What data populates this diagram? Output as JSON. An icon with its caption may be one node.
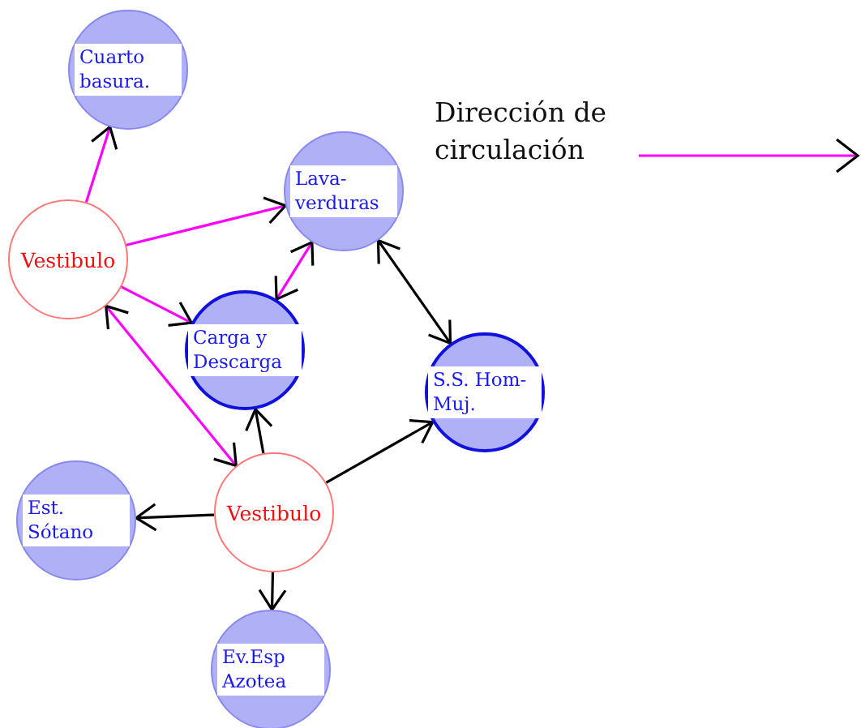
{
  "diagram": {
    "nodes": [
      {
        "text": [
          "Cuarto basura."
        ]
      },
      {
        "text": [
          "Lava- verduras"
        ]
      },
      {
        "text": [
          "Vestibulo"
        ]
      },
      {
        "text": [
          "Carga y Descarga"
        ]
      },
      {
        "text": [
          "S.S. Hom-Muj."
        ]
      },
      {
        "text": [
          "Vestibulo"
        ]
      },
      {
        "text": [
          "Est. Sótano"
        ]
      },
      {
        "text": [
          "Ev.Esp Azotea"
        ]
      }
    ],
    "edges": [
      {
        "from": 2,
        "to": 0,
        "arrow": "to"
      },
      {
        "from": 2,
        "to": 1,
        "arrow": "to"
      },
      {
        "from": 2,
        "to": 3,
        "arrow": "to"
      },
      {
        "from": 3,
        "to": 1,
        "arrow": "both"
      },
      {
        "from": 2,
        "to": 5,
        "arrow": "both"
      },
      {
        "from": 1,
        "to": 4,
        "arrow": "both",
        "color": "#000000"
      },
      {
        "from": 5,
        "to": 3,
        "arrow": "to",
        "color": "#000000"
      },
      {
        "from": 5,
        "to": 4,
        "arrow": "to",
        "color": "#000000"
      },
      {
        "from": 5,
        "to": 6,
        "arrow": "to",
        "color": "#000000"
      },
      {
        "from": 5,
        "to": 7,
        "arrow": "to",
        "color": "#000000"
      }
    ],
    "legend": [
      {
        "text": "Dirección de circulación"
      }
    ]
  }
}
